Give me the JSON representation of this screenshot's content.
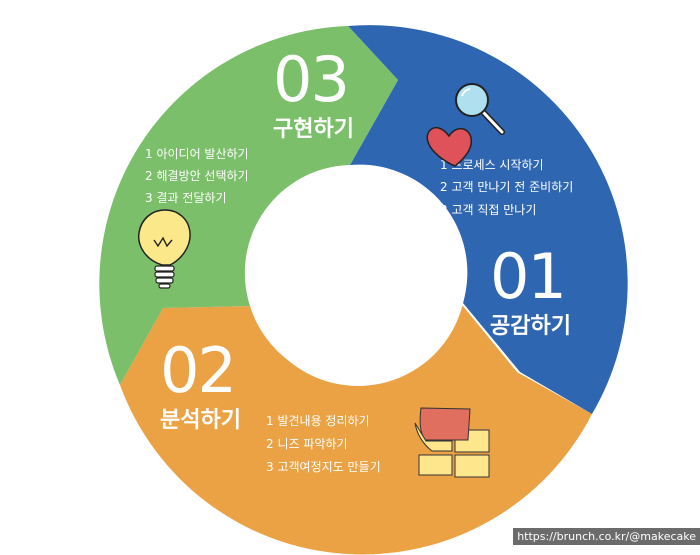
{
  "segments": {
    "empathize": {
      "number": "01",
      "title": "공감하기",
      "steps": [
        "1 프로세스 시작하기",
        "2 고객 만나기 전 준비하기",
        "3 고객 직접 만나기"
      ],
      "color": "#2f66b2",
      "icon": "heart-magnifier-icon"
    },
    "analyze": {
      "number": "02",
      "title": "분석하기",
      "steps": [
        "1 발견내용 정리하기",
        "2 니즈 파악하기",
        "3 고객여정지도 만들기"
      ],
      "color": "#eba245",
      "icon": "sticky-notes-icon"
    },
    "implement": {
      "number": "03",
      "title": "구현하기",
      "steps": [
        "1 아이디어 발산하기",
        "2 해결방안 선택하기",
        "3 결과 전달하기"
      ],
      "color": "#7bbf6a",
      "icon": "lightbulb-icon"
    }
  },
  "credit": "https://brunch.co.kr/@makecake"
}
